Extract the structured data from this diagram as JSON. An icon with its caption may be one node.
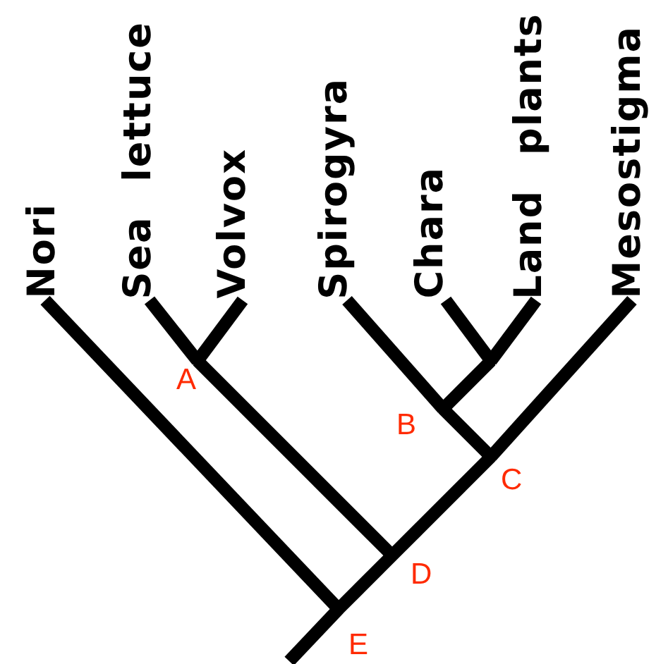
{
  "diagram": {
    "nodes": [
      {
        "text": [
          "Nori"
        ]
      },
      {
        "text": [
          "Sea lettuce"
        ]
      },
      {
        "text": [
          "Volvox"
        ]
      },
      {
        "text": [
          "Spirogyra"
        ]
      },
      {
        "text": [
          "Chara"
        ]
      },
      {
        "text": [
          "Land plants"
        ]
      },
      {
        "text": [
          "Mesostigma"
        ]
      },
      {
        "text": [],
        "shape": "point",
        "beside": [
          "A"
        ]
      },
      {
        "text": [],
        "shape": "point"
      },
      {
        "text": [],
        "shape": "point",
        "beside": [
          "B"
        ]
      },
      {
        "text": [],
        "shape": "point",
        "beside": [
          "C"
        ]
      },
      {
        "text": [],
        "shape": "point",
        "beside": [
          "D"
        ]
      },
      {
        "text": [],
        "shape": "point",
        "beside": [
          "E"
        ]
      }
    ],
    "edges": [
      {
        "from": null,
        "to": 12,
        "arrow": "none"
      },
      {
        "from": 12,
        "to": 0,
        "arrow": "none"
      },
      {
        "from": 12,
        "to": 11,
        "arrow": "none"
      },
      {
        "from": 11,
        "to": 7,
        "arrow": "none"
      },
      {
        "from": 7,
        "to": 1,
        "arrow": "none"
      },
      {
        "from": 7,
        "to": 2,
        "arrow": "none"
      },
      {
        "from": 11,
        "to": 10,
        "arrow": "none"
      },
      {
        "from": 10,
        "to": 9,
        "arrow": "none"
      },
      {
        "from": 9,
        "to": 3,
        "arrow": "none"
      },
      {
        "from": 9,
        "to": 8,
        "arrow": "none"
      },
      {
        "from": 8,
        "to": 4,
        "arrow": "none"
      },
      {
        "from": 8,
        "to": 5,
        "arrow": "none"
      },
      {
        "from": 10,
        "to": 6,
        "arrow": "none"
      }
    ]
  }
}
